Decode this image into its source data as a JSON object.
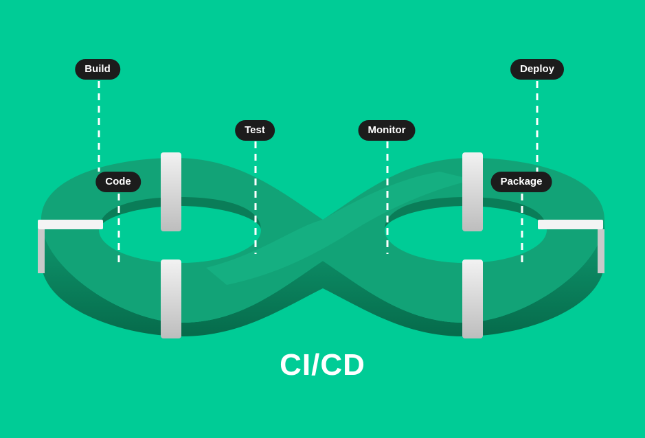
{
  "title": "CI/CD",
  "stages": {
    "build": "Build",
    "code": "Code",
    "test": "Test",
    "monitor": "Monitor",
    "deploy": "Deploy",
    "package": "Package"
  },
  "colors": {
    "background": "#00cc96",
    "band_top": "#12a377",
    "band_side": "#0a7d58",
    "label_bg": "#1c1c1c",
    "label_text": "#ffffff",
    "connector": "#ffffff"
  }
}
